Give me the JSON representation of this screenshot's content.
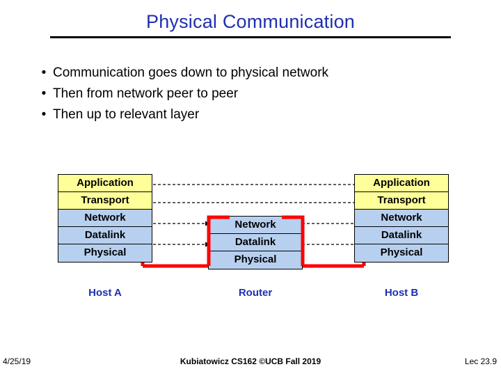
{
  "slide": {
    "title": "Physical Communication",
    "bullets": [
      {
        "marker": "•",
        "text": "Communication goes down to physical network"
      },
      {
        "marker": "•",
        "text": "Then from network peer to peer"
      },
      {
        "marker": "•",
        "text": "Then up to relevant layer"
      }
    ]
  },
  "diagram": {
    "layer_names": [
      "Application",
      "Transport",
      "Network",
      "Datalink",
      "Physical"
    ],
    "stacks": [
      {
        "id": "host-a",
        "label": "Host A",
        "layers": [
          "Application",
          "Transport",
          "Network",
          "Datalink",
          "Physical"
        ]
      },
      {
        "id": "router",
        "label": "Router",
        "layers": [
          "Network",
          "Datalink",
          "Physical"
        ]
      },
      {
        "id": "host-b",
        "label": "Host B",
        "layers": [
          "Application",
          "Transport",
          "Network",
          "Datalink",
          "Physical"
        ]
      }
    ],
    "colors": {
      "layer_blue": "#b8d0f0",
      "layer_yellow": "#ffff99",
      "path_red": "#ff0000",
      "label_blue": "#1f2fb0",
      "arrow_black": "#000000"
    },
    "peer_links": [
      {
        "from": "host-a.Application",
        "to": "host-b.Application",
        "style": "dashed-double-arrow"
      },
      {
        "from": "host-a.Transport",
        "to": "host-b.Transport",
        "style": "dashed-double-arrow"
      },
      {
        "from": "host-a.Network",
        "to": "router.Network",
        "style": "dashed-double-arrow"
      },
      {
        "from": "router.Network",
        "to": "host-b.Network",
        "style": "dashed-double-arrow"
      },
      {
        "from": "host-a.Datalink",
        "to": "router.Datalink",
        "style": "dashed-double-arrow"
      },
      {
        "from": "router.Datalink",
        "to": "host-b.Datalink",
        "style": "dashed-double-arrow"
      }
    ],
    "data_path": "host-a down to Physical, across to router Physical, up and down through router, across to host-b Physical, up to host-b Application"
  },
  "footer": {
    "date": "4/25/19",
    "center": "Kubiatowicz CS162 ©UCB Fall 2019",
    "page": "Lec 23.9"
  }
}
